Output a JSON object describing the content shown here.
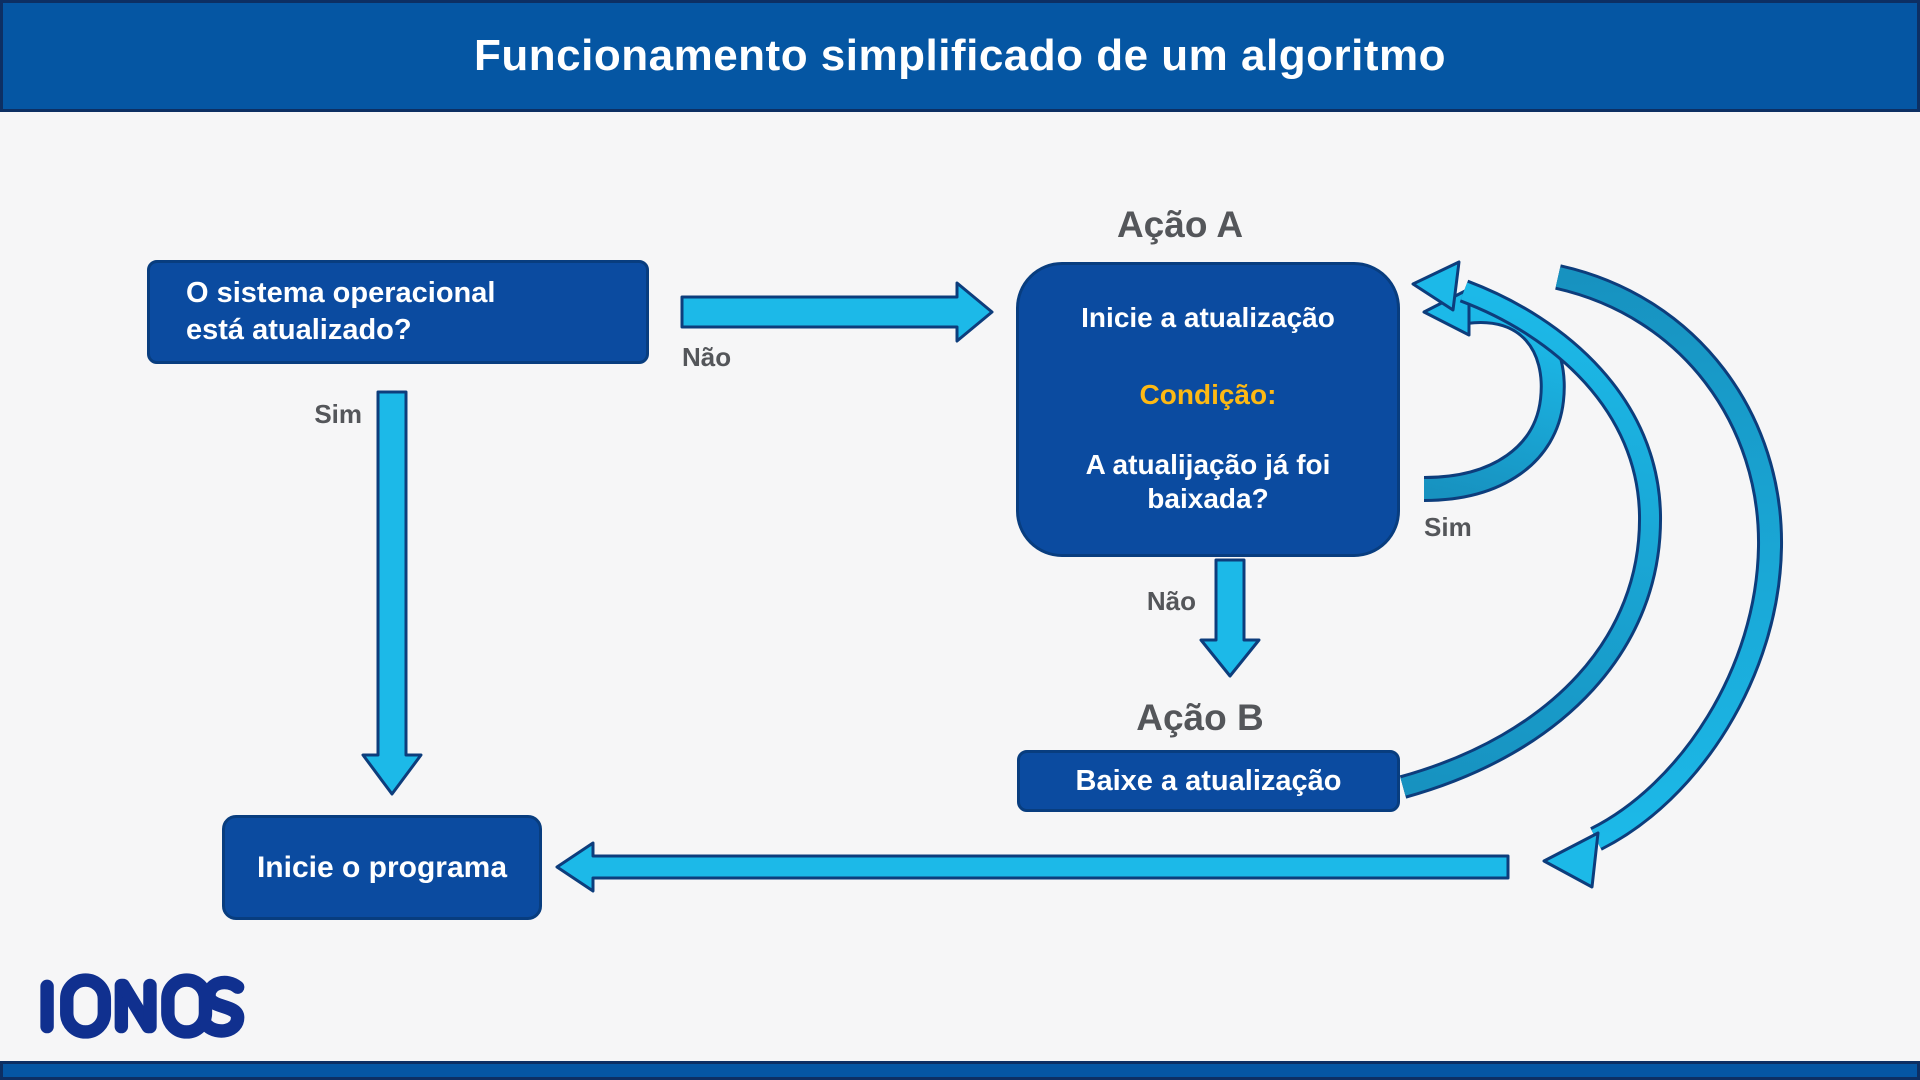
{
  "colors": {
    "headerBg": "#0556a3",
    "boxBg": "#0b4ba0",
    "boxBorder": "#083d7f",
    "arrowCyan": "#1cb9e8",
    "arrowTeal": "#1792c0",
    "outlineNavy": "#0d3d7c",
    "conditionYellow": "#fdb914",
    "labelGray": "#54565a",
    "logoBlue": "#10308f",
    "pageBg": "#f6f6f7"
  },
  "header": {
    "title": "Funcionamento simplificado de um algoritmo"
  },
  "flow": {
    "question_box": {
      "line1": "O sistema operacional",
      "line2": "está atualizado?"
    },
    "action_a": {
      "section_label": "Ação A",
      "action_text": "Inicie a atualização",
      "condition_label": "Condição:",
      "condition_line1": "A atualijação já foi",
      "condition_line2": "baixada?"
    },
    "action_b": {
      "section_label": "Ação B",
      "action_text": "Baixe a atualização"
    },
    "start_box": {
      "text": "Inicie o programa"
    },
    "edge_labels": {
      "nao_right": "Não",
      "sim_down": "Sim",
      "nao_down": "Não",
      "sim_loop": "Sim"
    }
  },
  "footer": {
    "logo_text": "IONOS"
  }
}
